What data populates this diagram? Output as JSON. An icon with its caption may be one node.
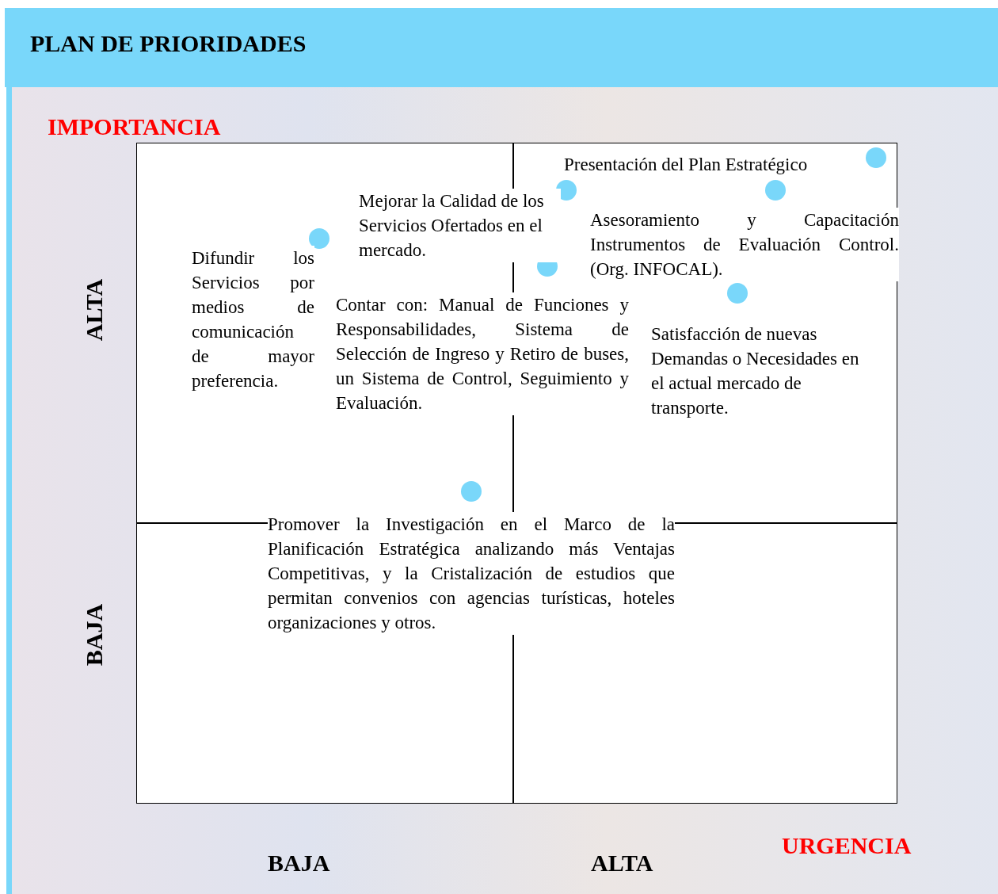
{
  "diagram": {
    "title": "PLAN DE PRIORIDADES",
    "labels": [
      "IMPORTANCIA",
      "Presentación del Plan Estratégico",
      "Mejorar la Calidad de los Servicios Ofertados en el mercado.",
      "Asesoramiento y Capacitación Instrumentos de Evaluación Control. (Org. INFOCAL).",
      "Difundir los Servicios por medios de comunicación de mayor preferencia.",
      "ALTA",
      "Contar con: Manual de Funciones y Responsabilidades, Sistema de Selección de Ingreso y Retiro de buses, un Sistema de Control, Seguimiento y Evaluación.",
      "Satisfacción de nuevas Demandas o Necesidades en el actual mercado de transporte.",
      "Promover la Investigación en el Marco de la Planificación Estratégica analizando más Ventajas Competitivas, y la Cristalización de estudios que permitan convenios con agencias turísticas, hoteles organizaciones y otros.",
      "BAJA",
      "URGENCIA",
      "BAJA",
      "ALTA"
    ]
  }
}
